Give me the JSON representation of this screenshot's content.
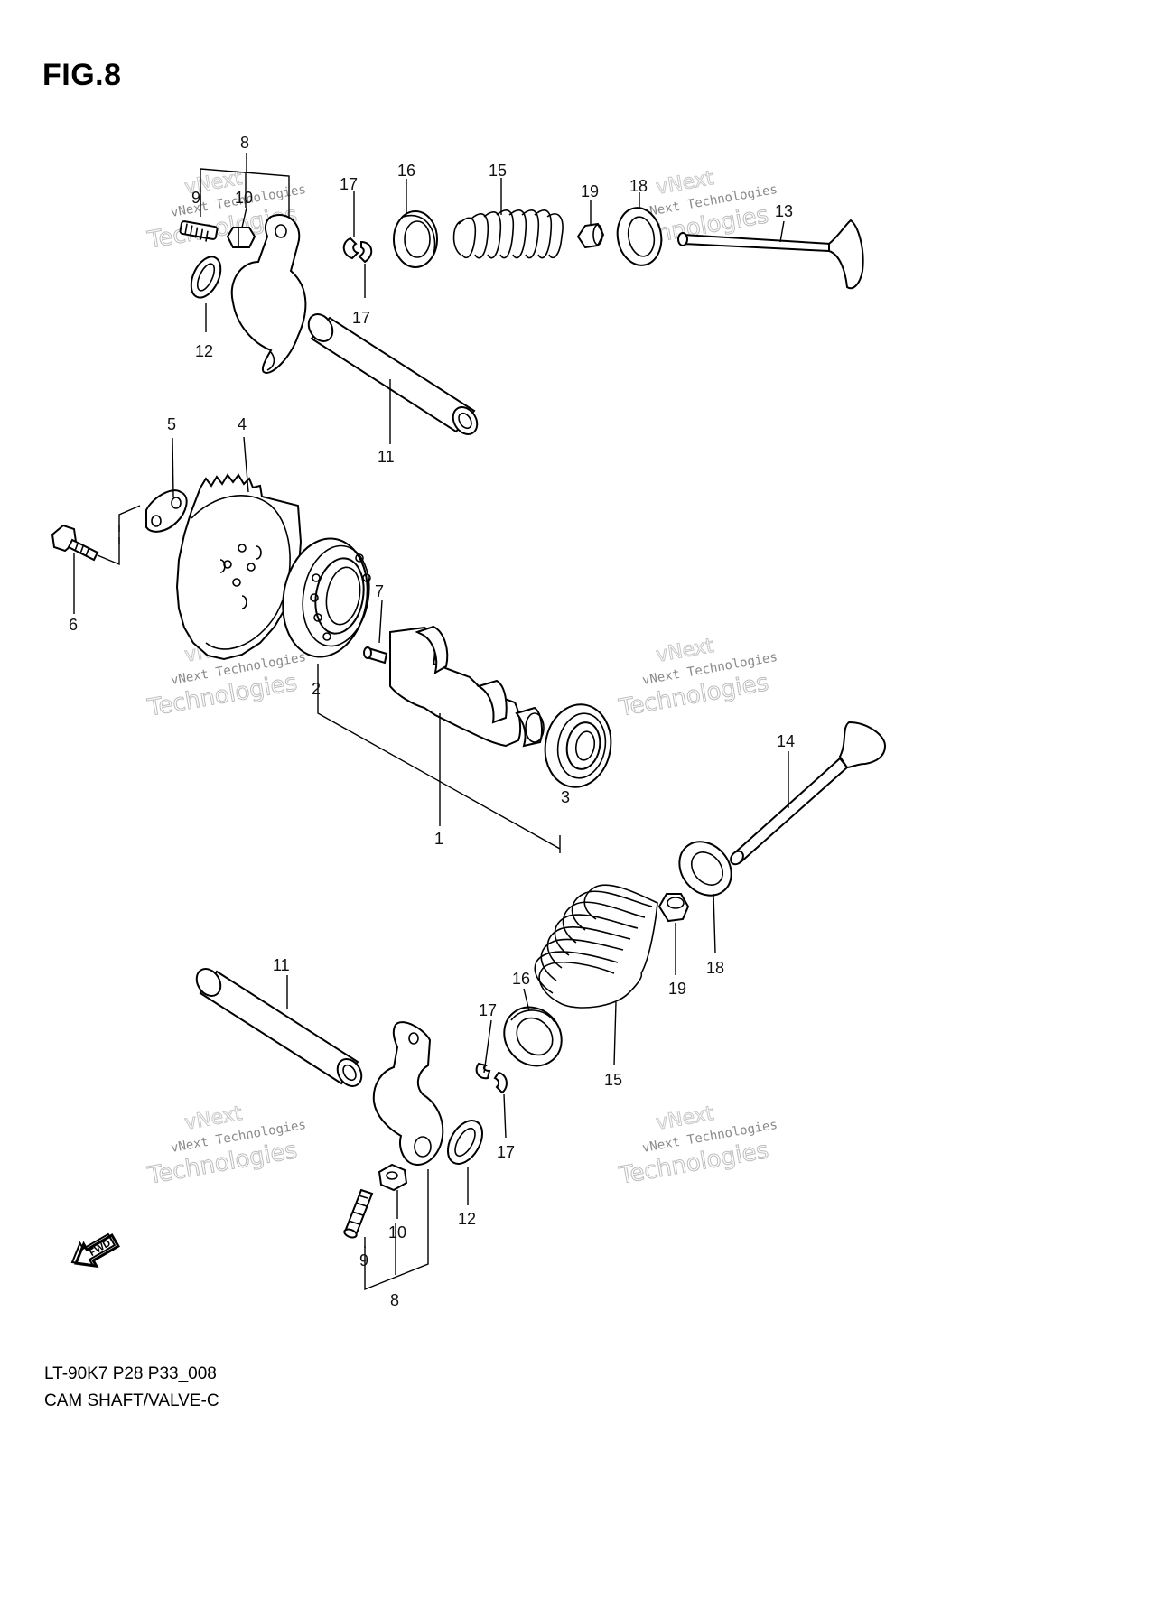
{
  "figure": {
    "title": "FIG.8"
  },
  "footer": {
    "code": "LT-90K7 P28 P33_008",
    "name": "CAM SHAFT/VALVE-C"
  },
  "watermark": {
    "line1": "vNext Technologies",
    "line2": "Technologies",
    "line3": "vNext"
  },
  "fwd_label": "FWD",
  "callouts": {
    "c8_top": "8",
    "c9_top": "9",
    "c10_top": "10",
    "c12_top": "12",
    "c17_top_a": "17",
    "c17_top_b": "17",
    "c16_top": "16",
    "c15_top": "15",
    "c19_top": "19",
    "c18_top": "18",
    "c13": "13",
    "c11_top": "11",
    "c5": "5",
    "c4": "4",
    "c6": "6",
    "c7": "7",
    "c2": "2",
    "c1": "1",
    "c3": "3",
    "c14": "14",
    "c18_bot": "18",
    "c19_bot": "19",
    "c16_bot": "16",
    "c11_bot": "11",
    "c17_bot_a": "17",
    "c17_bot_b": "17",
    "c15_bot": "15",
    "c12_bot": "12",
    "c10_bot": "10",
    "c9_bot": "9",
    "c8_bot": "8"
  }
}
